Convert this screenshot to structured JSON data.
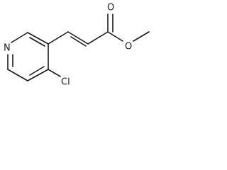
{
  "molecule": {
    "atoms": {
      "ring_nitrogen": "N",
      "chlorine": "Cl",
      "carbonyl_oxygen": "O",
      "ester_oxygen": "O"
    }
  }
}
